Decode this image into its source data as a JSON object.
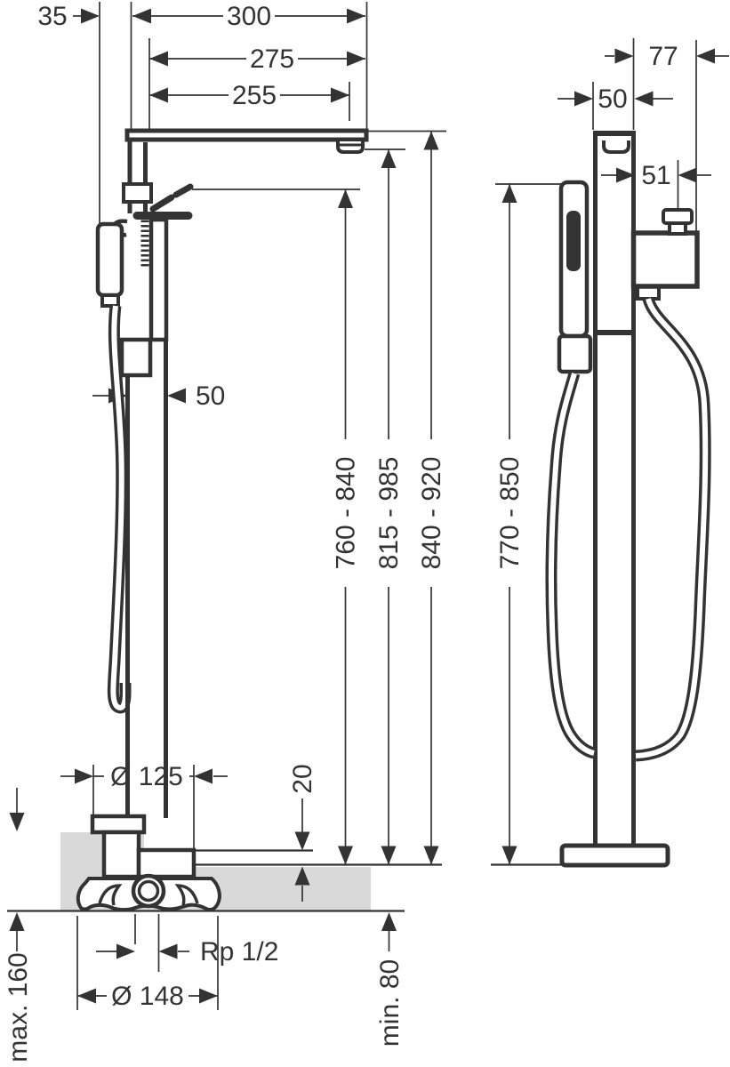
{
  "dims": {
    "d35": "35",
    "d300": "300",
    "d275": "275",
    "d255": "255",
    "d50_column": "50",
    "v760": "760 - 840",
    "v815": "815 - 985",
    "v840": "840 - 920",
    "v770": "770 - 850",
    "d77": "77",
    "d50_side": "50",
    "d51": "51",
    "dia125": "Ø 125",
    "d20": "20",
    "rp12": "Rp 1/2",
    "dia148": "Ø 148",
    "max160": "max. 160",
    "min80": "min. 80"
  },
  "colors": {
    "line": "#333333",
    "floor": "#d9d9d9",
    "background": "#ffffff"
  }
}
